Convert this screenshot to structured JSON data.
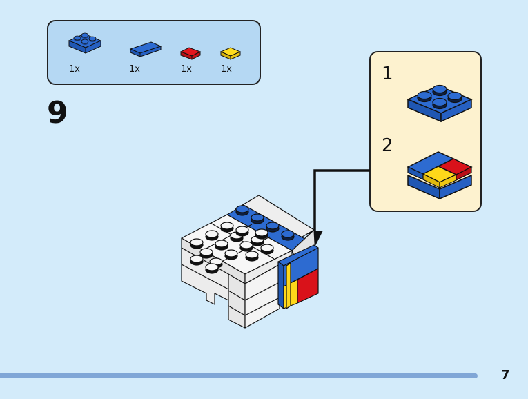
{
  "parts_list": {
    "items": [
      {
        "name": "blue 2x2 plate",
        "color": "#2d6bd1",
        "qty": "1x"
      },
      {
        "name": "blue 1x2 tile",
        "color": "#2d6bd1",
        "qty": "1x"
      },
      {
        "name": "red 1x1 tile",
        "color": "#d9121a",
        "qty": "1x"
      },
      {
        "name": "yellow 1x1 tile",
        "color": "#f7d417",
        "qty": "1x"
      }
    ]
  },
  "step": {
    "number": "9"
  },
  "sub_assembly": {
    "steps": [
      {
        "number": "1"
      },
      {
        "number": "2"
      }
    ]
  },
  "colors": {
    "blue": "#2d6bd1",
    "red": "#d9121a",
    "yellow": "#f7d417",
    "white": "#f4f4f4",
    "background": "#d3ebfa",
    "parts_box": "#b5d8f3",
    "sub_box": "#fdf2cf",
    "footer_bar": "#80a6d6"
  },
  "footer": {
    "page_number": "7"
  }
}
